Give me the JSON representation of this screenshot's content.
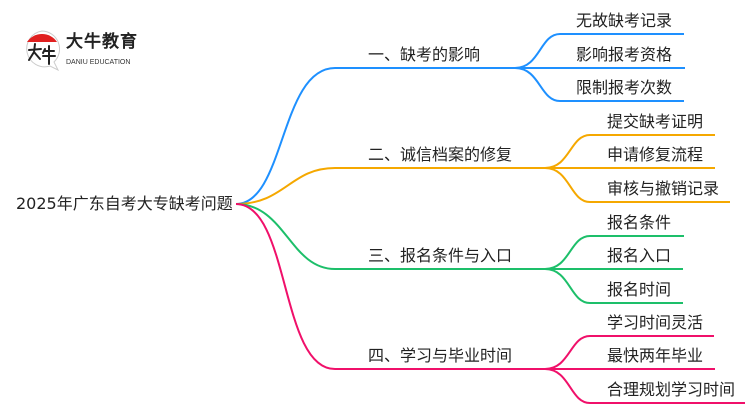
{
  "logo": {
    "name": "大牛教育",
    "subtitle": "DANIU EDUCATION",
    "mark": "大牛"
  },
  "root": "2025年广东自考大专缺考问题",
  "branches": [
    {
      "label": "一、缺考的影响",
      "color": "#1e90ff",
      "children": [
        "无故缺考记录",
        "影响报考资格",
        "限制报考次数"
      ]
    },
    {
      "label": "二、诚信档案的修复",
      "color": "#f5a800",
      "children": [
        "提交缺考证明",
        "申请修复流程",
        "审核与撤销记录"
      ]
    },
    {
      "label": "三、报名条件与入口",
      "color": "#1dbf6a",
      "children": [
        "报名条件",
        "报名入口",
        "报名时间"
      ]
    },
    {
      "label": "四、学习与毕业时间",
      "color": "#f0106a",
      "children": [
        "学习时间灵活",
        "最快两年毕业",
        "合理规划学习时间"
      ]
    }
  ]
}
